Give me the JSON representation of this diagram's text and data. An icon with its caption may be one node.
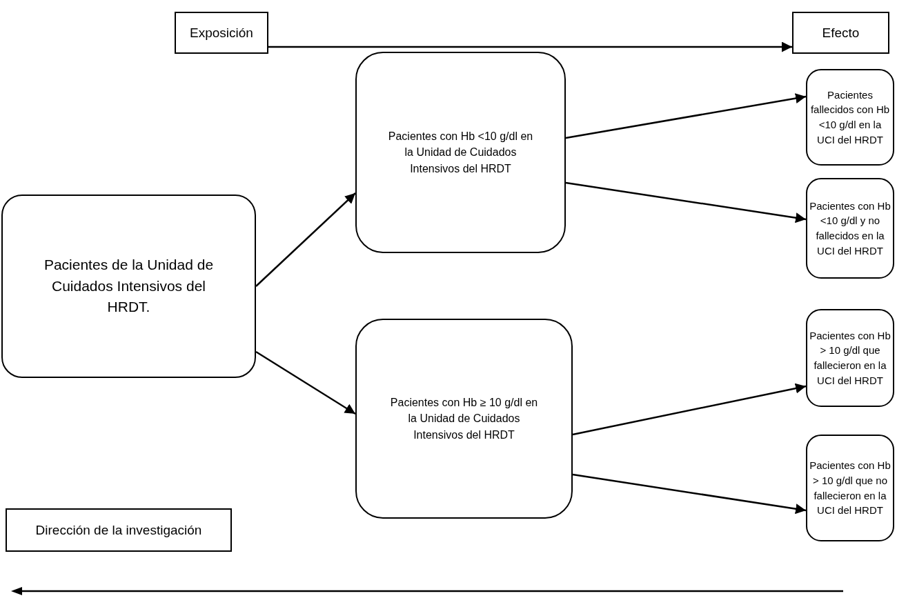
{
  "diagram": {
    "nodes": [
      {
        "text": [
          "Exposición"
        ]
      },
      {
        "text": [
          "Efecto"
        ]
      },
      {
        "text": [
          "Pacientes de la Unidad de Cuidados Intensivos del HRDT."
        ]
      },
      {
        "text": [
          "Pacientes con Hb <10 g/dl en la Unidad de Cuidados Intensivos del HRDT"
        ]
      },
      {
        "text": [
          "Pacientes fallecidos con Hb <10 g/dl en la UCI del HRDT"
        ]
      },
      {
        "text": [
          "Pacientes con Hb <10 g/dl y no fallecidos en la UCI del HRDT"
        ]
      },
      {
        "text": [
          "Pacientes con Hb ≥ 10 g/dl en la Unidad de Cuidados Intensivos del HRDT"
        ]
      },
      {
        "text": [
          "Pacientes con Hb > 10 g/dl que fallecieron en la UCI del HRDT"
        ]
      },
      {
        "text": [
          "Pacientes con Hb > 10 g/dl que no fallecieron en la UCI del HRDT"
        ]
      },
      {
        "text": [
          "Dirección de la investigación"
        ]
      }
    ],
    "edges": [
      {
        "from": 0,
        "to": 1,
        "arrow": "to"
      },
      {
        "from": 2,
        "to": 3,
        "arrow": "to"
      },
      {
        "from": 2,
        "to": 6,
        "arrow": "to"
      },
      {
        "from": 3,
        "to": 4,
        "arrow": "to"
      },
      {
        "from": 3,
        "to": 5,
        "arrow": "to"
      },
      {
        "from": 6,
        "to": 7,
        "arrow": "to"
      },
      {
        "from": 6,
        "to": 8,
        "arrow": "to"
      }
    ]
  }
}
